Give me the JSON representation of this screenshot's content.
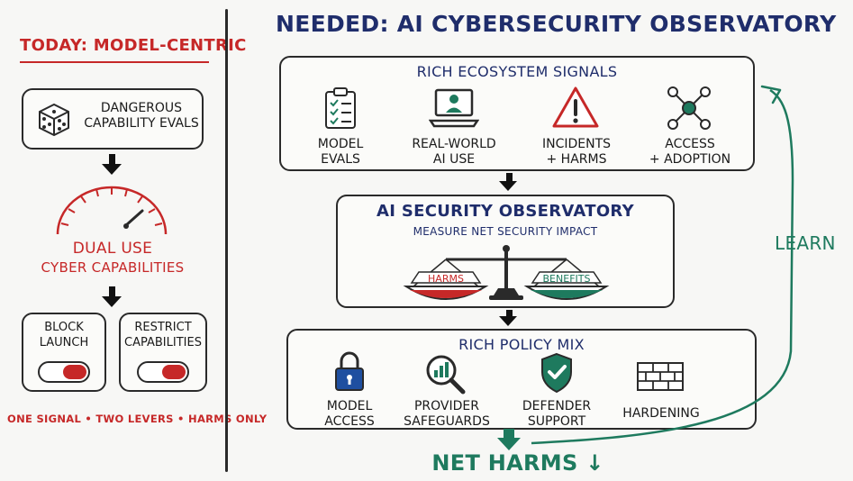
{
  "left": {
    "title": "TODAY: MODEL-CENTRIC",
    "evals_box": "DANGEROUS\nCAPABILITY EVALS",
    "gauge_label_1": "DUAL USE",
    "gauge_label_2": "CYBER CAPABILITIES",
    "lever_1": "BLOCK\nLAUNCH",
    "lever_2": "RESTRICT\nCAPABILITIES",
    "footer": "ONE SIGNAL • TWO LEVERS • HARMS ONLY"
  },
  "right": {
    "title": "NEEDED: AI CYBERSECURITY OBSERVATORY",
    "signals": {
      "title": "RICH ECOSYSTEM SIGNALS",
      "items": [
        {
          "label": "MODEL\nEVALS",
          "icon": "clipboard-checklist-icon"
        },
        {
          "label": "REAL-WORLD\nAI USE",
          "icon": "laptop-user-icon"
        },
        {
          "label": "INCIDENTS\n+ HARMS",
          "icon": "warning-triangle-icon"
        },
        {
          "label": "ACCESS\n+ ADOPTION",
          "icon": "network-nodes-icon"
        }
      ]
    },
    "observatory": {
      "title": "AI SECURITY OBSERVATORY",
      "subtitle": "MEASURE NET SECURITY IMPACT",
      "harms": "HARMS",
      "benefits": "BENEFITS"
    },
    "policy": {
      "title": "RICH POLICY MIX",
      "items": [
        {
          "label": "MODEL\nACCESS",
          "icon": "padlock-icon"
        },
        {
          "label": "PROVIDER\nSAFEGUARDS",
          "icon": "magnifier-chart-icon"
        },
        {
          "label": "DEFENDER\nSUPPORT",
          "icon": "shield-check-icon"
        },
        {
          "label": "HARDENING",
          "icon": "brick-wall-icon"
        }
      ]
    },
    "outcome": "NET HARMS ↓",
    "feedback": "LEARN"
  },
  "colors": {
    "red": "#c62828",
    "navy": "#1f2d6b",
    "teal": "#1e7a5e",
    "ink": "#2a2a2a"
  }
}
